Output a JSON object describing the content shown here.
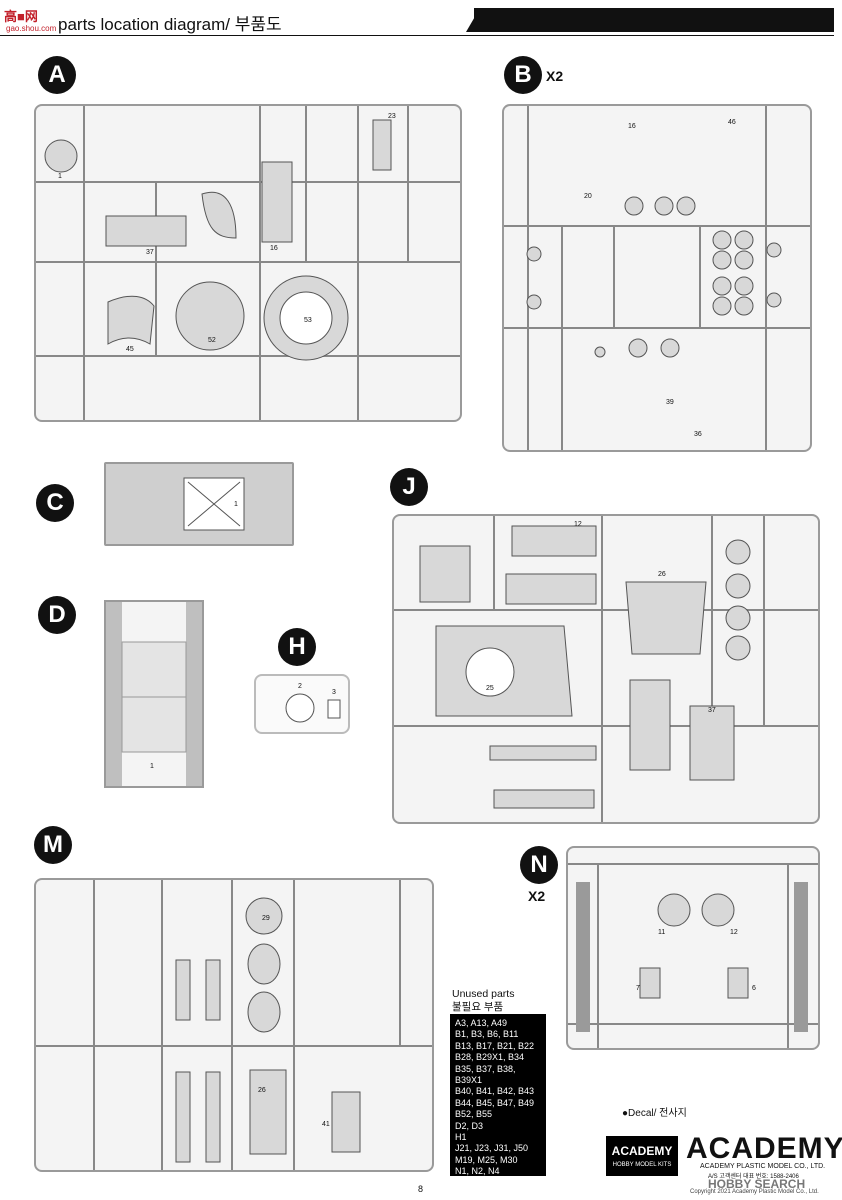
{
  "header": {
    "title": "parts location diagram/ 부품도",
    "watermark_top": "高■网",
    "watermark_bottom": "gao.shou.com"
  },
  "sprues": {
    "A": {
      "letter": "A",
      "multiplier": ""
    },
    "B": {
      "letter": "B",
      "multiplier": "X2"
    },
    "C": {
      "letter": "C",
      "multiplier": ""
    },
    "D": {
      "letter": "D",
      "multiplier": ""
    },
    "H": {
      "letter": "H",
      "multiplier": ""
    },
    "J": {
      "letter": "J",
      "multiplier": ""
    },
    "M": {
      "letter": "M",
      "multiplier": ""
    },
    "N": {
      "letter": "N",
      "multiplier": "X2"
    }
  },
  "unused": {
    "title_en": "Unused parts",
    "title_ko": "불필요 부품",
    "lines": [
      "A3, A13, A49",
      "B1, B3, B6, B11",
      "B13, B17, B21, B22",
      "B28, B29X1, B34",
      "B35, B37, B38, B39X1",
      "B40, B41, B42, B43",
      "B44, B45, B47, B49",
      "B52, B55",
      "D2, D3",
      "H1",
      "J21, J23, J31, J50",
      "M19, M25, M30",
      "N1, N2, N4"
    ]
  },
  "decal": "●Decal/ 전사지",
  "logo_box": {
    "name": "ACADEMY",
    "tag": "HOBBY MODEL KITS"
  },
  "brand": {
    "name": "ACADEMY",
    "company": "ACADEMY PLASTIC MODEL CO., LTD.",
    "service": "A/S 고객센터 대표 번호: 1588-2406",
    "source": "HOBBY SEARCH",
    "copyright": "Copyright 2021 Academy Plastic Model Co., Ltd."
  },
  "page_number": "8"
}
